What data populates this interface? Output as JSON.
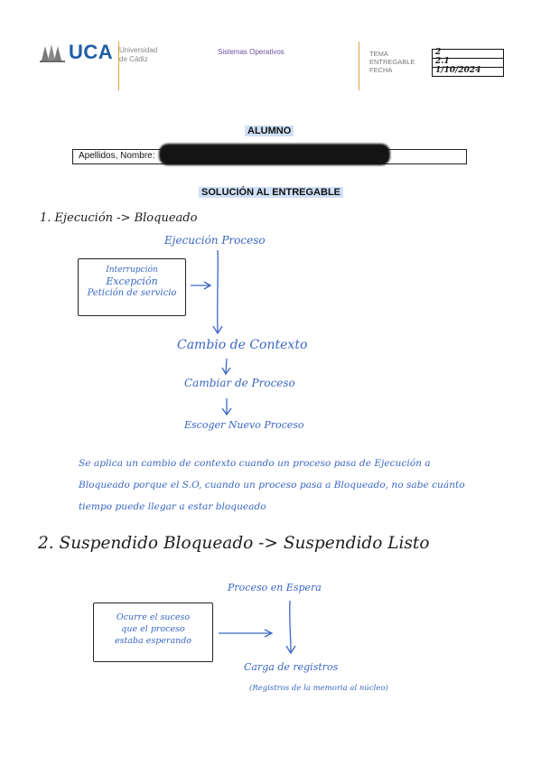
{
  "header": {
    "logo_text": "UCA",
    "university_line1": "Universidad",
    "university_line2": "de Cádiz",
    "subject": "Sistemas Operativos",
    "labels": [
      "TEMA",
      "ENTREGABLE",
      "FECHA"
    ],
    "values": [
      "2",
      "2.1",
      "1/10/2024"
    ]
  },
  "student": {
    "section_title": "ALUMNO",
    "name_label": "Apellidos, Nombre:"
  },
  "solution": {
    "section_title": "SOLUCIÓN AL ENTREGABLE",
    "q1": {
      "title": "1. Ejecución -> Bloqueado",
      "flow_top": "Ejecución Proceso",
      "box_lines": [
        "Interrupción",
        "Excepción",
        "Petición de servicio"
      ],
      "steps": [
        "Cambio de Contexto",
        "Cambiar de Proceso",
        "Escoger Nuevo Proceso"
      ],
      "explanation": [
        "Se aplica un cambio de contexto cuando un proceso pasa de Ejecución a",
        "Bloqueado porque el S.O, cuando un proceso pasa a Bloqueado, no sabe cuánto",
        "tiempo puede llegar a estar bloqueado"
      ]
    },
    "q2": {
      "title": "2. Suspendido Bloqueado -> Suspendido Listo",
      "flow_top": "Proceso en Espera",
      "box_lines": [
        "Ocurre el suceso",
        "que el proceso",
        "estaba esperando"
      ],
      "step": "Carga de registros",
      "step_note": "(Registros de la memoria al núcleo)"
    }
  }
}
